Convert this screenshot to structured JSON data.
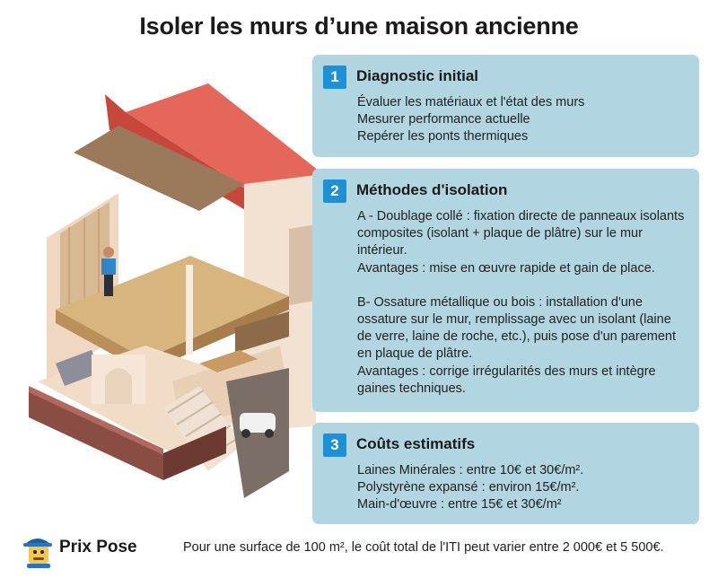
{
  "title": "Isoler les murs d’une maison ancienne",
  "sections": [
    {
      "number": "1",
      "title": "Diagnostic initial",
      "lines": [
        "Évaluer les matériaux et l'état des murs",
        "Mesurer performance actuelle",
        "Repérer les ponts thermiques"
      ]
    },
    {
      "number": "2",
      "title": "Méthodes d'isolation",
      "paragraphs": [
        "A - Doublage collé :  fixation directe de panneaux isolants composites (isolant + plaque de plâtre) sur le mur intérieur.",
        "Avantages : mise en œuvre rapide et gain de place.",
        "B- Ossature métallique ou bois : installation d'une ossature sur le mur, remplissage avec un isolant (laine de verre, laine de roche, etc.), puis pose d'un parement en plaque de plâtre.",
        "Avantages : corrige irrégularités des murs et intègre gaines techniques."
      ]
    },
    {
      "number": "3",
      "title": "Coûts estimatifs",
      "lines": [
        "Laines Minérales : entre 10€ et 30€/m².",
        "Polystyrène expansé : environ 15€/m².",
        "Main-d'œuvre : entre 15€ et 30€/m²"
      ]
    }
  ],
  "footer": {
    "brand": "Prix Pose",
    "note": "Pour une surface de 100 m², le coût total de l'ITI peut varier entre 2 000€ et 5 500€."
  },
  "colors": {
    "card_bg": "#b1d5e1",
    "number_badge": "#1e90d6",
    "roof": "#e5675a",
    "floor": "#d8b47e",
    "wall": "#f2dcc8"
  },
  "icons": [
    "house-cutaway-illustration",
    "mascot-logo-icon"
  ]
}
